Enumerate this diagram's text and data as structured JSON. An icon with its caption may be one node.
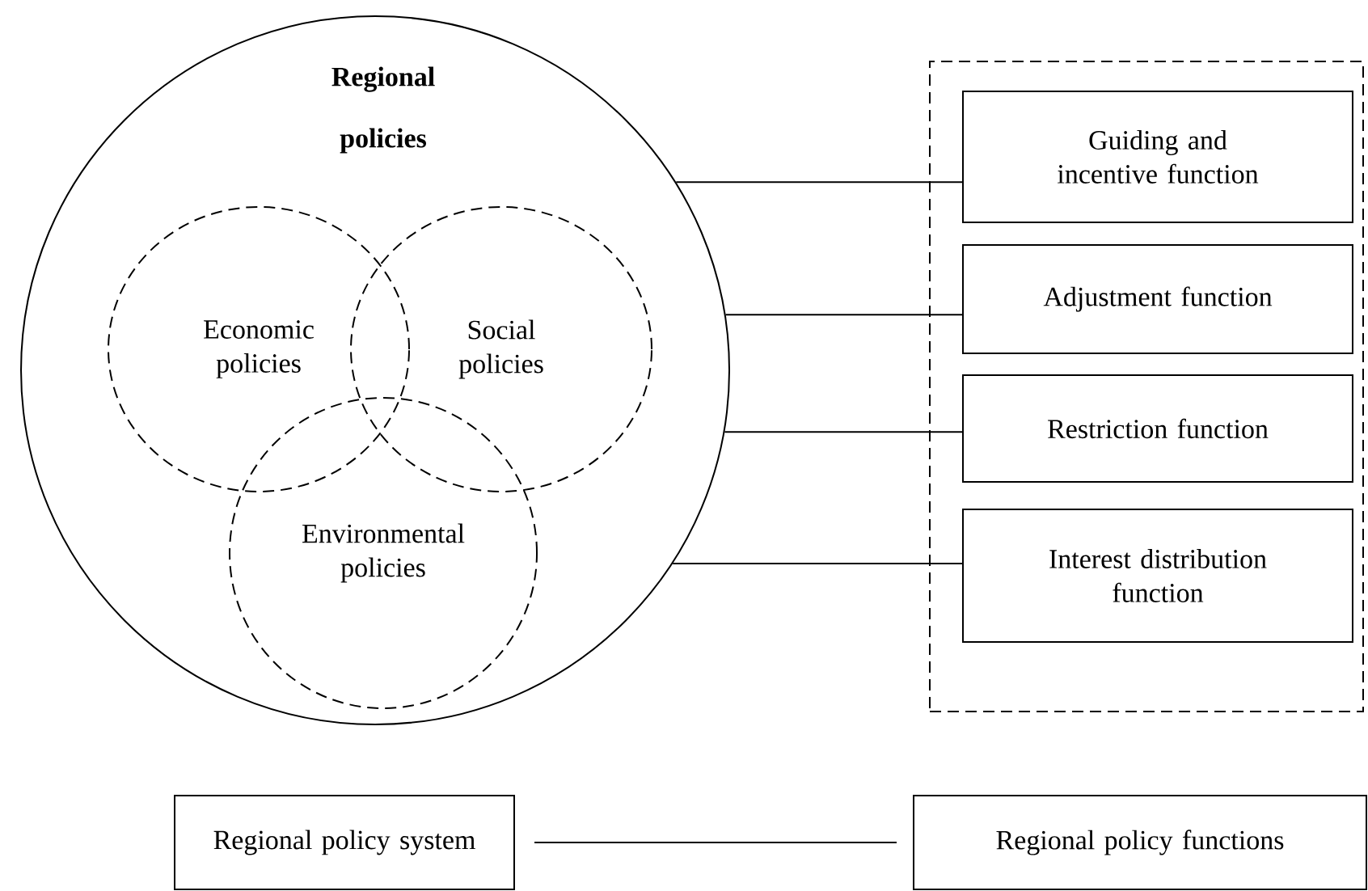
{
  "diagram": {
    "nodes": [
      {
        "text": [
          "Regional policies"
        ]
      },
      {
        "text": [
          "Economic policies"
        ],
        "in": 0
      },
      {
        "text": [
          "Social policies"
        ],
        "in": 0
      },
      {
        "text": [
          "Environmental policies"
        ],
        "in": 0
      },
      {
        "text": [],
        "shape": "box"
      },
      {
        "text": [
          "Guiding and incentive function"
        ],
        "in": 4
      },
      {
        "text": [
          "Adjustment function"
        ],
        "in": 4
      },
      {
        "text": [
          "Restriction function"
        ],
        "in": 4
      },
      {
        "text": [
          "Interest distribution function"
        ],
        "in": 4
      },
      {
        "text": [
          "Regional policy system"
        ]
      },
      {
        "text": [
          "Regional policy functions"
        ]
      }
    ],
    "edges": [
      {
        "from": 0,
        "to": 5,
        "arrow": "none"
      },
      {
        "from": 0,
        "to": 6,
        "arrow": "none"
      },
      {
        "from": 0,
        "to": 7,
        "arrow": "none"
      },
      {
        "from": 0,
        "to": 8,
        "arrow": "none"
      },
      {
        "from": 9,
        "to": 10,
        "arrow": "none"
      }
    ]
  }
}
